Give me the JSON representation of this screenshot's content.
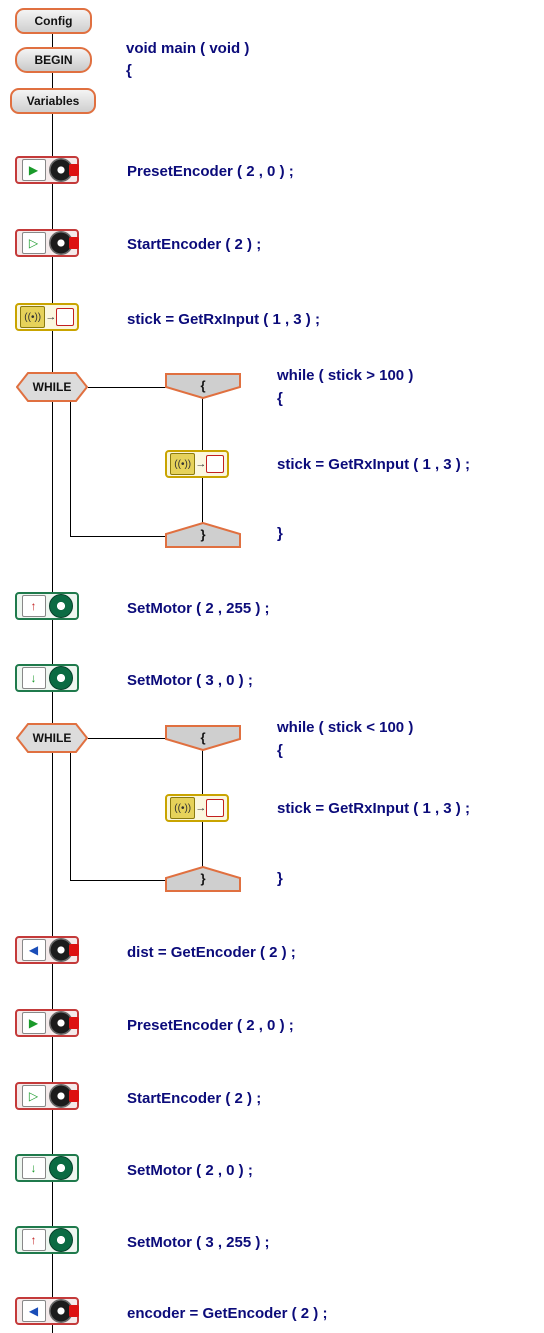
{
  "header": {
    "config_label": "Config",
    "begin_label": "BEGIN",
    "variables_label": "Variables",
    "func_decl": "void main ( void )",
    "open_brace": "{"
  },
  "blocks": [
    {
      "icon": "preset-encoder",
      "code": "PresetEncoder ( 2 , 0 ) ;"
    },
    {
      "icon": "start-encoder",
      "code": "StartEncoder ( 2 ) ;"
    },
    {
      "icon": "rx-input",
      "code": "stick = GetRxInput ( 1 , 3 ) ;"
    },
    {
      "icon": "set-motor-up",
      "code": "SetMotor ( 2 , 255 ) ;"
    },
    {
      "icon": "set-motor-down",
      "code": "SetMotor ( 3 , 0 ) ;"
    },
    {
      "icon": "get-encoder",
      "code": "dist = GetEncoder ( 2 ) ;"
    },
    {
      "icon": "preset-encoder",
      "code": "PresetEncoder ( 2 , 0 ) ;"
    },
    {
      "icon": "start-encoder",
      "code": "StartEncoder ( 2 ) ;"
    },
    {
      "icon": "set-motor-down",
      "code": "SetMotor ( 2 , 0 ) ;"
    },
    {
      "icon": "set-motor-up",
      "code": "SetMotor ( 3 , 255 ) ;"
    },
    {
      "icon": "get-encoder",
      "code": "encoder = GetEncoder ( 2 ) ;"
    }
  ],
  "loops": [
    {
      "label": "WHILE",
      "open_symbol": "{",
      "close_symbol": "}",
      "condition": "while ( stick > 100 )",
      "open_brace": "{",
      "body_code": "stick = GetRxInput ( 1 , 3 ) ;",
      "close_brace": "}"
    },
    {
      "label": "WHILE",
      "open_symbol": "{",
      "close_symbol": "}",
      "condition": "while ( stick < 100 )",
      "open_brace": "{",
      "body_code": "stick = GetRxInput ( 1 , 3 ) ;",
      "close_brace": "}"
    }
  ]
}
